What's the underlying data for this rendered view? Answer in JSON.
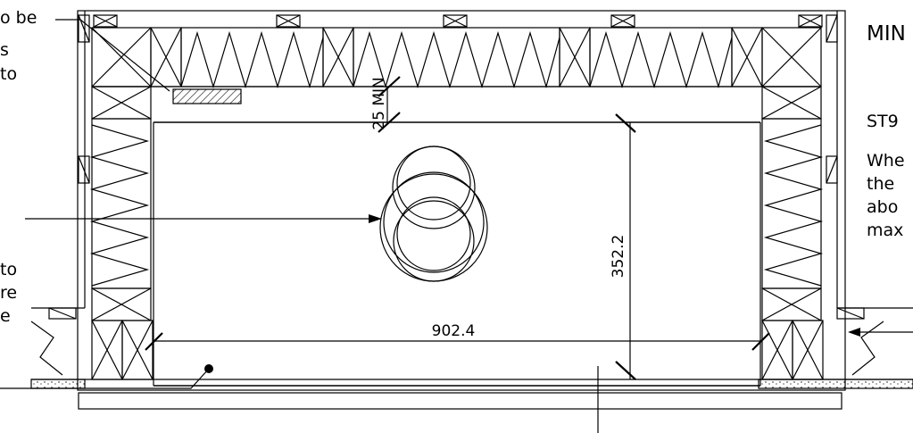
{
  "left_notes": {
    "top_fragment": [
      "o be",
      "s",
      "to"
    ],
    "middle_fragment": [
      "to",
      "re",
      "e"
    ]
  },
  "right_notes": {
    "title": "MIN",
    "code": "ST9",
    "body": [
      "Whe",
      "the",
      "abo",
      "max"
    ]
  },
  "dimensions": {
    "width": "902.4",
    "height": "352.2",
    "clearance": "25 MIN"
  }
}
